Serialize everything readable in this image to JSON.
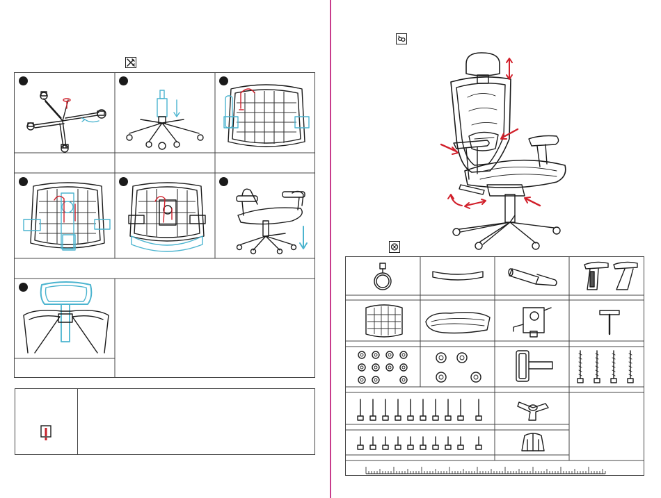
{
  "colors": {
    "magenta_divider": "#c83c8c",
    "red_accent": "#c8202a",
    "blue_accent": "#4bb4cf",
    "border": "#444444"
  },
  "icons": {
    "assembly": "tools-icon",
    "adjustment": "chair-adjust-icon",
    "parts": "parts-list-icon",
    "warning": "warning-icon"
  },
  "assembly_steps": [
    1,
    2,
    3,
    4,
    5,
    6,
    7
  ],
  "parts_rows": 5
}
